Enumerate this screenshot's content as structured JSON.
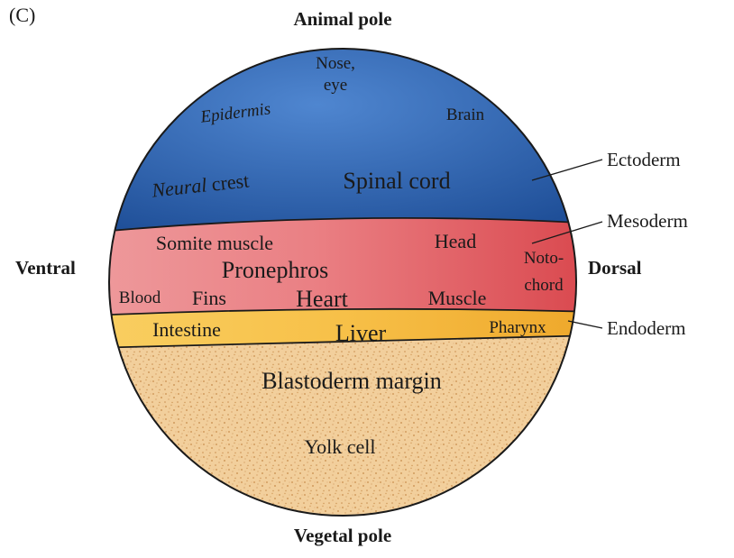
{
  "panel_label": "(C)",
  "orientation": {
    "top": "Animal pole",
    "bottom": "Vegetal pole",
    "left": "Ventral",
    "right": "Dorsal"
  },
  "germ_layers": {
    "ectoderm": "Ectoderm",
    "mesoderm": "Mesoderm",
    "endoderm": "Endoderm"
  },
  "ectoderm_regions": {
    "nose_eye_line1": "Nose,",
    "nose_eye_line2": "eye",
    "epidermis": "Epidermis",
    "brain": "Brain",
    "neural_crest_neural": "Neural",
    "neural_crest_crest": "crest",
    "spinal_cord": "Spinal cord"
  },
  "mesoderm_regions": {
    "somite_muscle": "Somite muscle",
    "head": "Head",
    "pronephros": "Pronephros",
    "notochord_line1": "Noto-",
    "notochord_line2": "chord",
    "blood": "Blood",
    "fins": "Fins",
    "heart": "Heart",
    "muscle": "Muscle"
  },
  "endoderm_regions": {
    "intestine": "Intestine",
    "liver": "Liver",
    "pharynx": "Pharynx"
  },
  "yolk_regions": {
    "blastoderm_margin": "Blastoderm margin",
    "yolk_cell": "Yolk cell"
  },
  "colors": {
    "ectoderm": "#2e68b8",
    "mesoderm": "#e46468",
    "endoderm": "#f6b733",
    "yolk": "#f1cc96",
    "yolk_speckle": "#c98e4e",
    "outline": "#1a1a1a"
  }
}
